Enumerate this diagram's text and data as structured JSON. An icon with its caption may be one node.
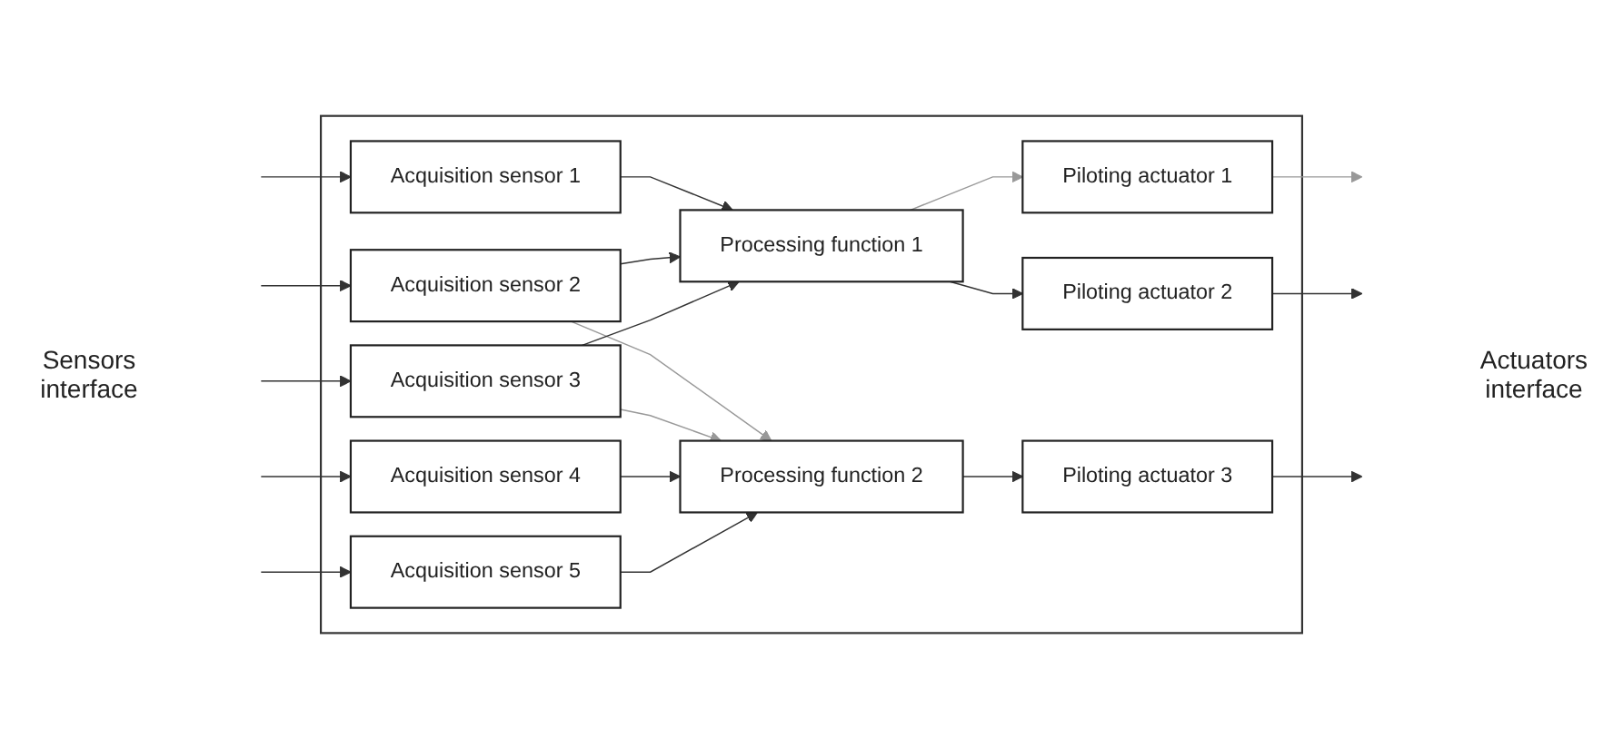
{
  "diagram": {
    "nodes": [
      {
        "text": [],
        "shape": "box"
      },
      {
        "text": [
          "Acquisition sensor 1"
        ],
        "in": 0
      },
      {
        "text": [
          "Acquisition sensor 2"
        ],
        "in": 0
      },
      {
        "text": [
          "Acquisition sensor 3"
        ],
        "in": 0
      },
      {
        "text": [
          "Acquisition sensor 4"
        ],
        "in": 0
      },
      {
        "text": [
          "Acquisition sensor 5"
        ],
        "in": 0
      },
      {
        "text": [
          "Processing function 1"
        ],
        "in": 0
      },
      {
        "text": [
          "Processing function 2"
        ],
        "in": 0
      },
      {
        "text": [
          "Piloting actuator 1"
        ],
        "in": 0
      },
      {
        "text": [
          "Piloting actuator 2"
        ],
        "in": 0
      },
      {
        "text": [
          "Piloting actuator 3"
        ],
        "in": 0
      }
    ],
    "edges": [
      {
        "from": null,
        "to": 1,
        "arrow": "to"
      },
      {
        "from": null,
        "to": 2,
        "arrow": "to"
      },
      {
        "from": null,
        "to": 3,
        "arrow": "to"
      },
      {
        "from": null,
        "to": 4,
        "arrow": "to"
      },
      {
        "from": null,
        "to": 5,
        "arrow": "to"
      },
      {
        "from": 1,
        "to": 6,
        "arrow": "to"
      },
      {
        "from": 2,
        "to": 6,
        "arrow": "to"
      },
      {
        "from": 2,
        "to": 7,
        "arrow": "to",
        "color": "#999999"
      },
      {
        "from": 3,
        "to": 6,
        "arrow": "to"
      },
      {
        "from": 3,
        "to": 7,
        "arrow": "to",
        "color": "#999999"
      },
      {
        "from": 4,
        "to": 7,
        "arrow": "to"
      },
      {
        "from": 5,
        "to": 7,
        "arrow": "to"
      },
      {
        "from": 6,
        "to": 8,
        "arrow": "to",
        "color": "#999999"
      },
      {
        "from": 6,
        "to": 9,
        "arrow": "to"
      },
      {
        "from": 7,
        "to": 10,
        "arrow": "to"
      },
      {
        "from": 8,
        "to": null,
        "arrow": "to",
        "color": "#999999"
      },
      {
        "from": 9,
        "to": null,
        "arrow": "to"
      },
      {
        "from": 10,
        "to": null,
        "arrow": "to"
      }
    ],
    "labels": [
      "Sensors interface",
      "Actuators interface"
    ]
  }
}
